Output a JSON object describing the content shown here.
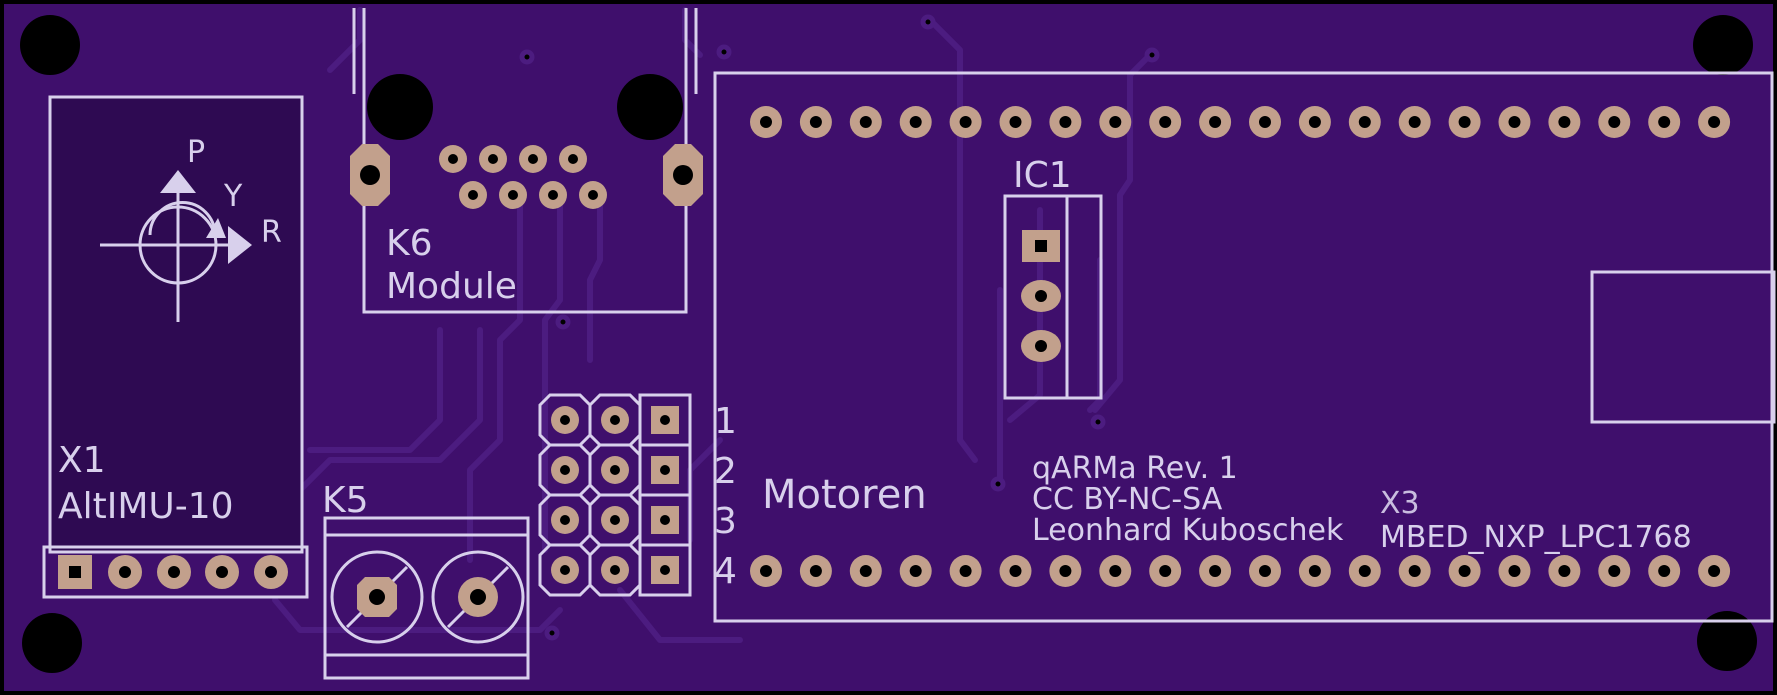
{
  "colors": {
    "board": "#3f0f6c",
    "board_dark": "#2e0a52",
    "trace": "#481a7a",
    "silk": "#d8d0ec",
    "pad_copper": "#c2a08c",
    "hole": "#000000"
  },
  "labels": {
    "k6_ref": "K6",
    "k6_value": "Module",
    "x1_ref": "X1",
    "x1_value": "AltIMU-10",
    "k5_ref": "K5",
    "ic1_ref": "IC1",
    "motoren": "Motoren",
    "row1": "1",
    "row2": "2",
    "row3": "3",
    "row4": "4",
    "axis_p": "P",
    "axis_y": "Y",
    "axis_r": "R",
    "x3_ref": "X3",
    "x3_value": "MBED_NXP_LPC1768",
    "credit_title": "qARMa Rev. 1",
    "credit_license": "CC BY-NC-SA",
    "credit_author": "Leonhard Kuboschek"
  }
}
